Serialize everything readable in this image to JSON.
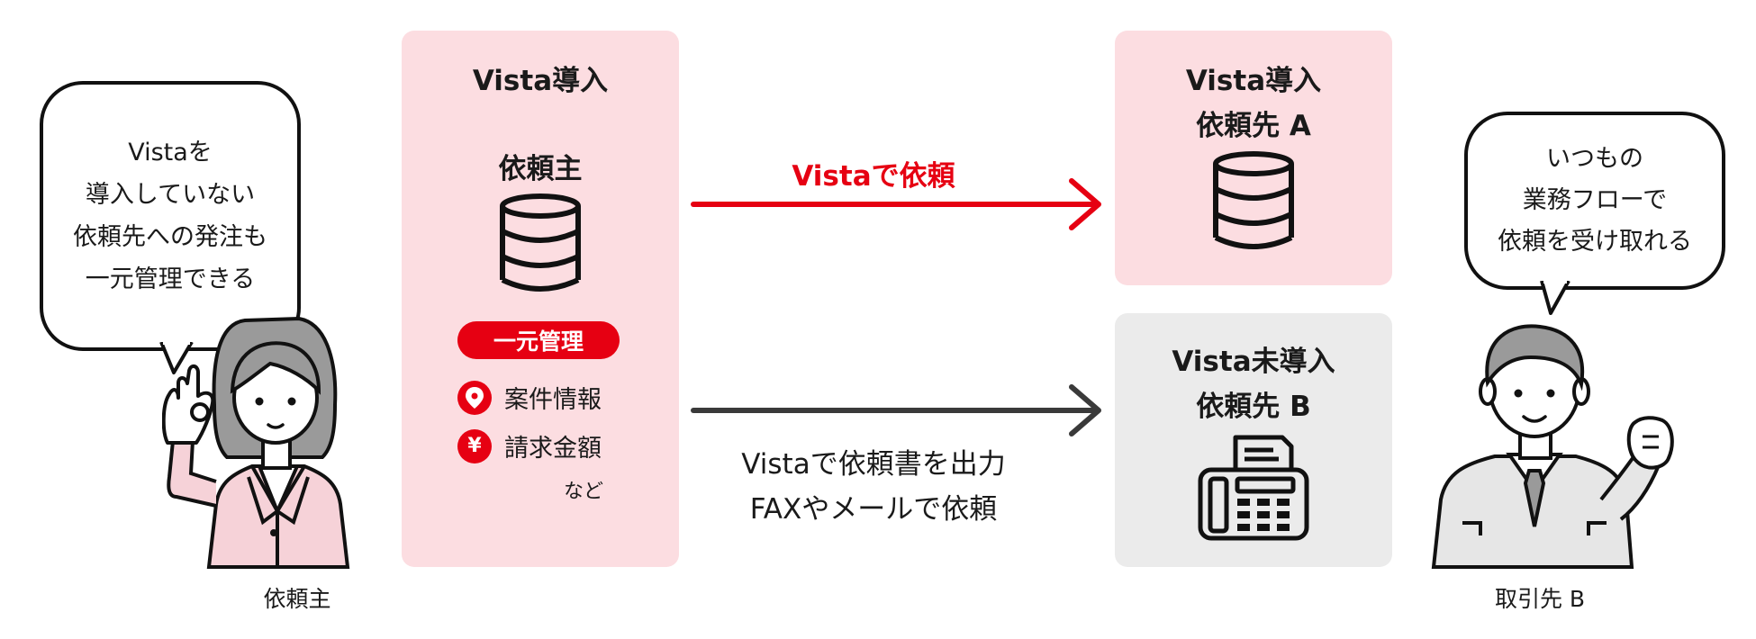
{
  "left_person": {
    "bubble_lines": [
      "Vistaを",
      "導入していない",
      "依頼先への発注も",
      "一元管理できる"
    ],
    "caption": "依頼主"
  },
  "requester_panel": {
    "header": "Vista導入",
    "role": "依頼主",
    "badge": "一元管理",
    "features": [
      {
        "icon": "location-pin-icon",
        "label": "案件情報"
      },
      {
        "icon": "yen-icon",
        "label": "請求金額"
      }
    ],
    "etc": "など"
  },
  "top_flow": {
    "label": "Vistaで依頼",
    "color": "#e60012"
  },
  "bottom_flow": {
    "lines": [
      "Vistaで依頼書を出力",
      "FAXやメールで依頼"
    ],
    "color": "#3a3a3a"
  },
  "vendor_a": {
    "title_lines": [
      "Vista導入",
      "依頼先 A"
    ],
    "icon": "database-icon"
  },
  "vendor_b": {
    "title_lines": [
      "Vista未導入",
      "依頼先 B"
    ],
    "icon": "fax-icon"
  },
  "right_person": {
    "bubble_lines": [
      "いつもの",
      "業務フローで",
      "依頼を受け取れる"
    ],
    "caption": "取引先 B"
  },
  "colors": {
    "accent": "#e60012",
    "pink_panel": "#fcdde1",
    "gray_panel": "#ebebeb",
    "person_pink": "#f6d2d8",
    "person_gray": "#e6e6e6"
  }
}
